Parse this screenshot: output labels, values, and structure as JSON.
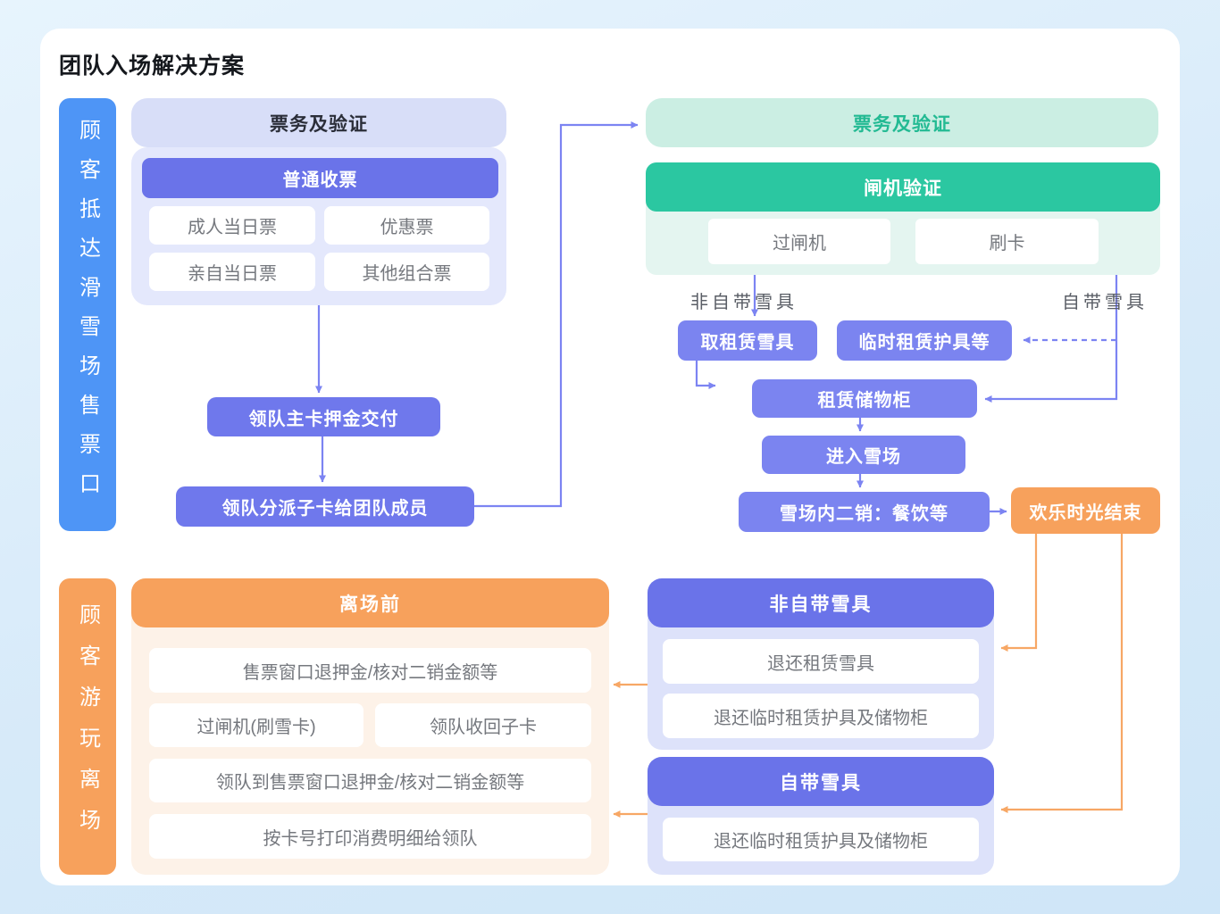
{
  "page_title": "团队入场解决方案",
  "colors": {
    "blue_bar": "#4E95F6",
    "purple_solid": "#6A73E9",
    "purple_flow": "#7B84F0",
    "purple_panel_body": "#E4E8FC",
    "purple_panel_header": "#D8DEF8",
    "green_solid": "#2BC7A1",
    "mint_pill": "#CBEEE3",
    "mint_body": "#E4F5F0",
    "orange_solid": "#F7A15C",
    "orange_panel_body": "#FDF2E8",
    "purple_connector": "#7C84F2",
    "orange_connector": "#F7A765"
  },
  "stage_bars": {
    "arrival": "顾客抵达滑雪场售票口",
    "departure": "顾客游玩离场"
  },
  "ticketing": {
    "header": "票务及验证",
    "sub_header": "普通收票",
    "ticket_types": [
      "成人当日票",
      "优惠票",
      "亲自当日票",
      "其他组合票"
    ],
    "steps": [
      "领队主卡押金交付",
      "领队分派子卡给团队成员"
    ]
  },
  "verification": {
    "header": "票务及验证",
    "sub_header": "闸机验证",
    "methods": [
      "过闸机",
      "刷卡"
    ],
    "branch_labels": {
      "rental": "非自带雪具",
      "own": "自带雪具"
    }
  },
  "in_resort_flow": {
    "pick_rental": "取租赁雪具",
    "temp_protective": "临时租赁护具等",
    "locker": "租赁储物柜",
    "enter": "进入雪场",
    "secondary_sales": "雪场内二销：餐饮等",
    "happy_end": "欢乐时光结束"
  },
  "departure_panel": {
    "header": "离场前",
    "items": [
      "售票窗口退押金/核对二销金额等",
      "过闸机(刷雪卡)",
      "领队收回子卡",
      "领队到售票窗口退押金/核对二销金额等",
      "按卡号打印消费明细给领队"
    ]
  },
  "return_panels": {
    "rental": {
      "header": "非自带雪具",
      "items": [
        "退还租赁雪具",
        "退还临时租赁护具及储物柜"
      ]
    },
    "own": {
      "header": "自带雪具",
      "items": [
        "退还临时租赁护具及储物柜"
      ]
    }
  }
}
